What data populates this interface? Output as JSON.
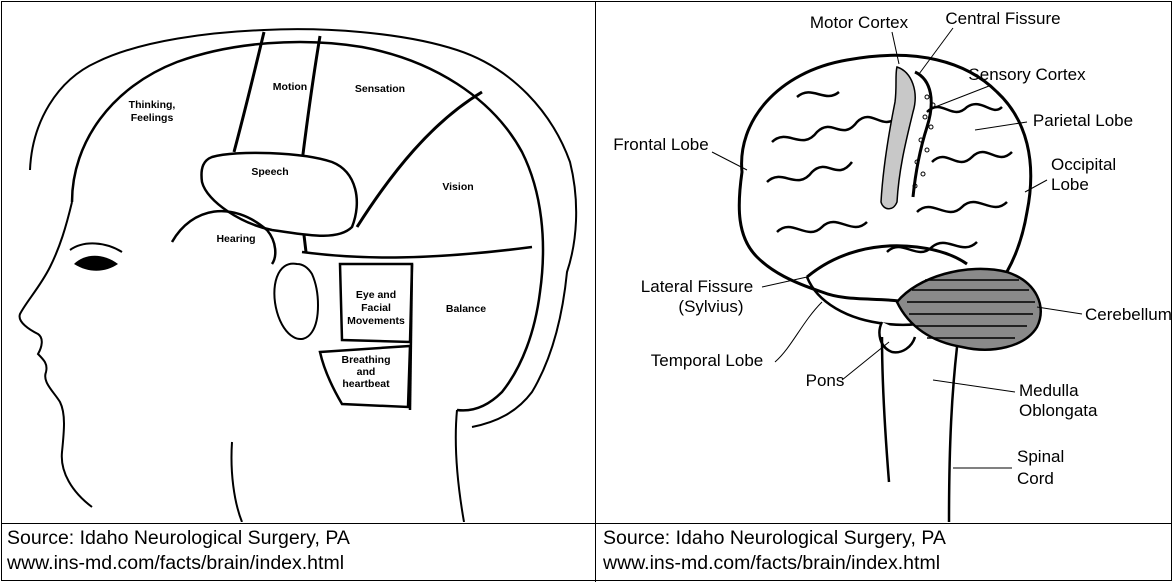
{
  "left_figure": {
    "regions": {
      "thinking": [
        "Thinking,",
        "Feelings"
      ],
      "motion": "Motion",
      "sensation": "Sensation",
      "speech": "Speech",
      "vision": "Vision",
      "hearing": "Hearing",
      "eye_facial": [
        "Eye and",
        "Facial",
        "Movements"
      ],
      "balance": "Balance",
      "breathing": [
        "Breathing",
        "and",
        "heartbeat"
      ]
    }
  },
  "right_figure": {
    "labels": {
      "motor_cortex": "Motor Cortex",
      "central_fissure": "Central Fissure",
      "sensory_cortex": "Sensory Cortex",
      "parietal_lobe": "Parietal Lobe",
      "frontal_lobe": "Frontal Lobe",
      "occipital_lobe": [
        "Occipital",
        "Lobe"
      ],
      "lateral_fissure": [
        "Lateral Fissure",
        "(Sylvius)"
      ],
      "cerebellum": "Cerebellum",
      "temporal_lobe": "Temporal Lobe",
      "pons": "Pons",
      "medulla": [
        "Medulla",
        "Oblongata"
      ],
      "spinal_cord": [
        "Spinal",
        "Cord"
      ]
    }
  },
  "captions": {
    "left": {
      "source": "Source: Idaho Neurological Surgery, PA",
      "url": "www.ins-md.com/facts/brain/index.html"
    },
    "right": {
      "source": "Source:  Idaho Neurological Surgery, PA",
      "url": "www.ins-md.com/facts/brain/index.html"
    }
  }
}
